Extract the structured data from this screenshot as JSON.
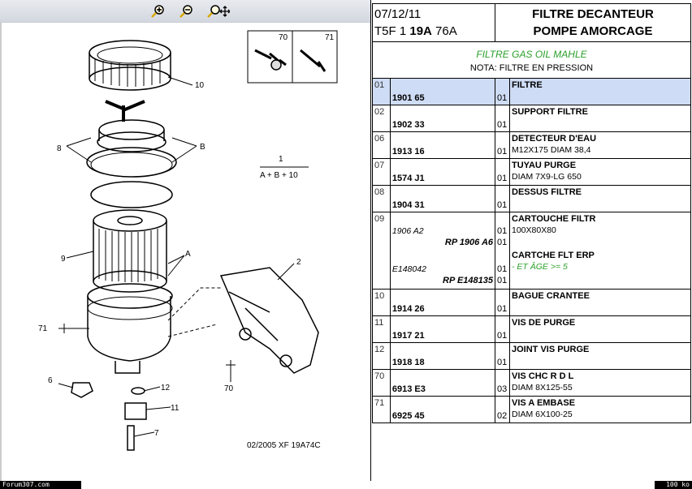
{
  "toolbar": {
    "zoom_in": "zoom-in-icon",
    "zoom_out": "zoom-out-icon",
    "zoom_pan": "zoom-pan-icon"
  },
  "drawing": {
    "ref_code": "02/2005  XF 19A74C",
    "labels": [
      "70",
      "71",
      "10",
      "8",
      "B",
      "1",
      "A + B + 10",
      "2",
      "9",
      "A",
      "71",
      "6",
      "12",
      "11",
      "7",
      "70"
    ]
  },
  "header": {
    "date": "07/12/11",
    "code_prefix": "T5F 1 ",
    "code_bold": "19A",
    "code_suffix": " 76A",
    "title1": "FILTRE DECANTEUR",
    "title2": "POMPE AMORCAGE"
  },
  "note": {
    "line1": "FILTRE GAS OIL MAHLE",
    "line2": "NOTA: FILTRE EN PRESSION"
  },
  "rows": [
    {
      "ref": "01",
      "part": "1901 65",
      "qty": "01",
      "desc": "FILTRE",
      "detail": ""
    },
    {
      "ref": "02",
      "part": "1902 33",
      "qty": "01",
      "desc": "SUPPORT FILTRE",
      "detail": ""
    },
    {
      "ref": "06",
      "part": "1913 16",
      "qty": "01",
      "desc": "DETECTEUR D'EAU",
      "detail": "M12X175 DIAM 38,4"
    },
    {
      "ref": "07",
      "part": "1574 J1",
      "qty": "01",
      "desc": "TUYAU PURGE",
      "detail": "DIAM 7X9-LG 650"
    },
    {
      "ref": "08",
      "part": "1904 31",
      "qty": "01",
      "desc": "DESSUS FILTRE",
      "detail": ""
    },
    {
      "ref": "10",
      "part": "1914 26",
      "qty": "01",
      "desc": "BAGUE CRANTEE",
      "detail": ""
    },
    {
      "ref": "11",
      "part": "1917 21",
      "qty": "01",
      "desc": "VIS DE PURGE",
      "detail": ""
    },
    {
      "ref": "12",
      "part": "1918 18",
      "qty": "01",
      "desc": "JOINT VIS PURGE",
      "detail": ""
    },
    {
      "ref": "70",
      "part": "6913 E3",
      "qty": "03",
      "desc": "VIS CHC R D L",
      "detail": "DIAM 8X125-55"
    },
    {
      "ref": "71",
      "part": "6925 45",
      "qty": "02",
      "desc": "VIS A EMBASE",
      "detail": "DIAM 6X100-25"
    }
  ],
  "row09": {
    "ref": "09",
    "p1": "1906 A2",
    "q1": "01",
    "p2": "RP 1906 A6",
    "q2": "01",
    "desc1": "CARTOUCHE FILTR",
    "detail1": "100X80X80",
    "p3": "E148042",
    "q3": "01",
    "p4": "RP E148135",
    "q4": "01",
    "desc2": "CARTCHE FLT ERP",
    "detail2": "- ET ÂGE >= 5"
  },
  "status": {
    "left": "Forum307.com",
    "right": "100 ko"
  },
  "colors": {
    "selected_row": "#cfdcf5",
    "green_note": "#2aa02a"
  }
}
